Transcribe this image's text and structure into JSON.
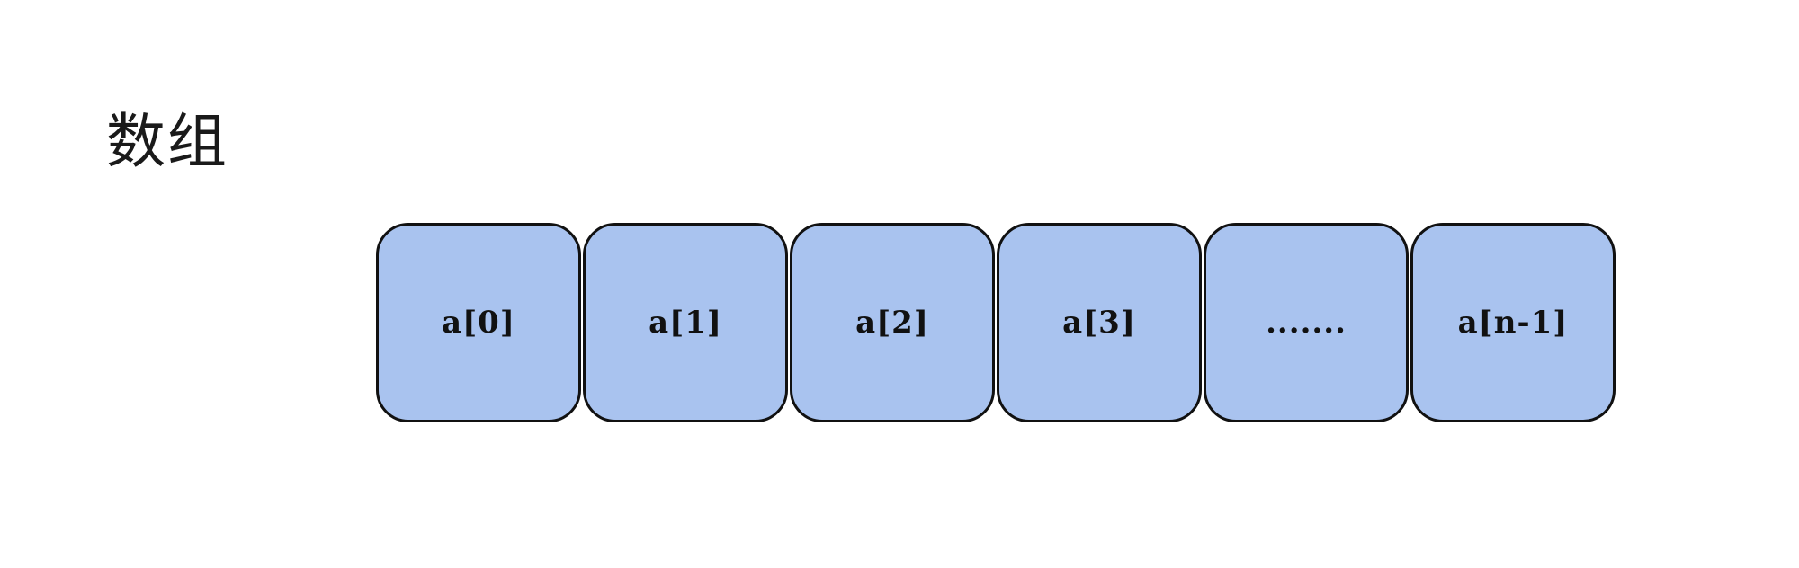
{
  "title": "数组",
  "cells": [
    {
      "label": "a[0]"
    },
    {
      "label": "a[1]"
    },
    {
      "label": "a[2]"
    },
    {
      "label": "a[3]"
    },
    {
      "label": "......."
    },
    {
      "label": "a[n-1]"
    }
  ],
  "colors": {
    "cell_fill": "#a9c3ef",
    "cell_border": "#111111",
    "text": "#111111"
  }
}
